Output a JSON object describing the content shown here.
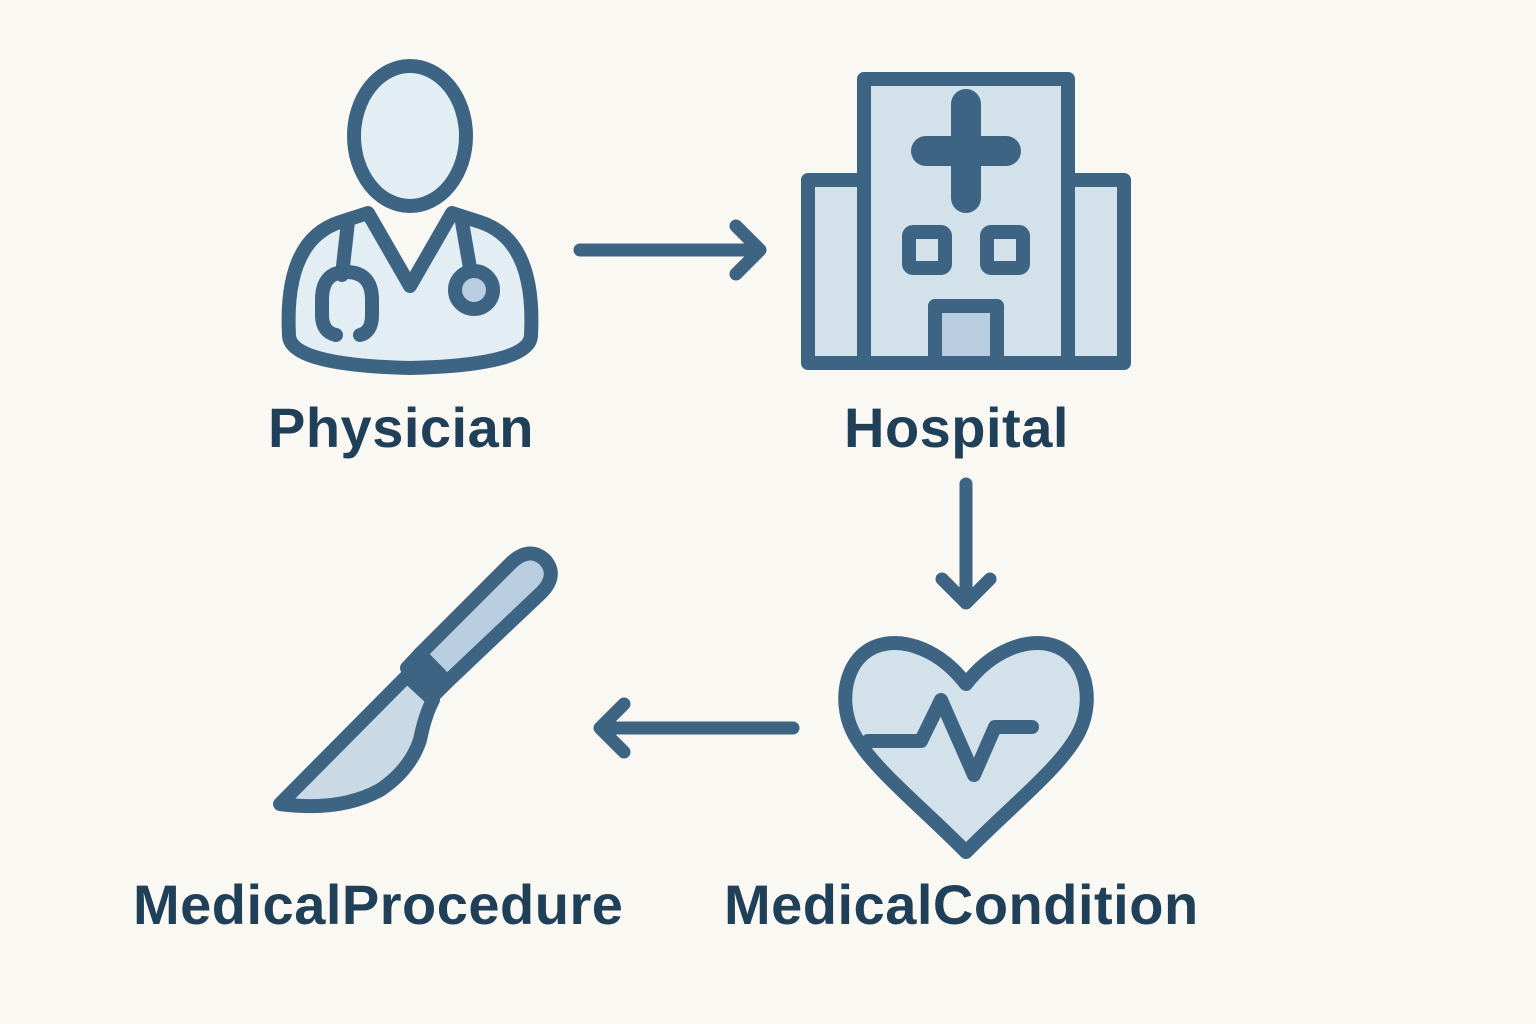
{
  "diagram": {
    "colors": {
      "background": "#faf8f3",
      "stroke": "#3e6483",
      "fill_light": "#e3edf4",
      "fill_mid": "#d3e1eb",
      "fill_accent": "#b8cee0",
      "text": "#203f58"
    },
    "nodes": [
      {
        "id": "physician",
        "label": "Physician",
        "icon": "doctor-icon"
      },
      {
        "id": "hospital",
        "label": "Hospital",
        "icon": "hospital-icon"
      },
      {
        "id": "medical_condition",
        "label": "MedicalCondition",
        "icon": "heart-pulse-icon"
      },
      {
        "id": "medical_procedure",
        "label": "MedicalProcedure",
        "icon": "scalpel-icon"
      }
    ],
    "edges": [
      {
        "from": "physician",
        "to": "hospital",
        "direction": "right"
      },
      {
        "from": "hospital",
        "to": "medical_condition",
        "direction": "down"
      },
      {
        "from": "medical_condition",
        "to": "medical_procedure",
        "direction": "left"
      }
    ]
  }
}
